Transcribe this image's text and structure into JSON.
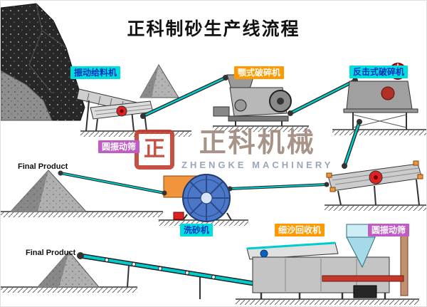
{
  "title": "正科制砂生产线流程",
  "watermark": {
    "logo_glyph": "正",
    "brand_cn": "正科机械",
    "brand_en": "ZHENGKE MACHINERY"
  },
  "labels": {
    "vibrating_feeder": "振动给料机",
    "jaw_crusher": "颚式破碎机",
    "impact_crusher": "反击式破碎机",
    "circular_screen_top": "圆振动筛",
    "sand_washer": "洗砂机",
    "fine_sand_recycler": "细沙回收机",
    "circular_screen_bottom": "圆振动筛",
    "final_product_mid": "Final Product",
    "final_product_bottom": "Final Product"
  },
  "colors": {
    "label_cyan_bg": "#00dede",
    "label_cyan_text": "#0b2fbf",
    "label_orange_bg": "#ff9900",
    "label_orange_text": "#ffffff",
    "label_purple_bg": "#c05cc5",
    "label_purple_text": "#ffffff",
    "belt_cyan": "#00cccc",
    "wheel_blue": "#4a77c8",
    "tank_orange": "#f0953a",
    "motor_red": "#dd2222"
  }
}
